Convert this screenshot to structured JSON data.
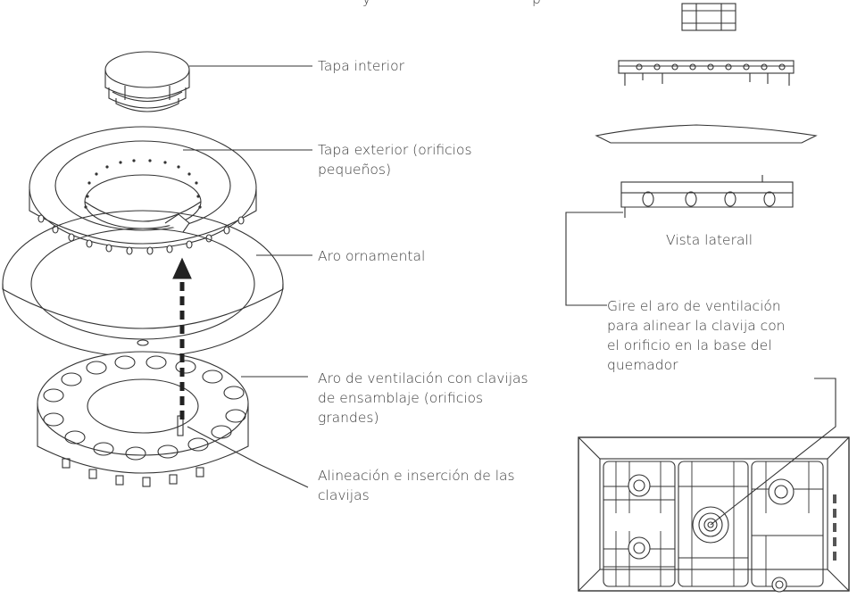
{
  "labels": {
    "top_caption": "y",
    "top_caption_2": "p",
    "tapa_interior": "Tapa interior",
    "tapa_exterior": "Tapa exterior (orificios\npequeños)",
    "aro_ornamental": "Aro ornamental",
    "aro_ventilacion": "Aro de ventilación con clavijas\nde ensamblaje (orificios\ngrandes)",
    "alineacion": "Alineación e inserción de las\nclavijas",
    "vista_lateral": "Vista laterall",
    "gire_aro": "Gire el aro de ventilación\npara alinear la clavija  con\nel orificio en la base del\nquemador"
  }
}
